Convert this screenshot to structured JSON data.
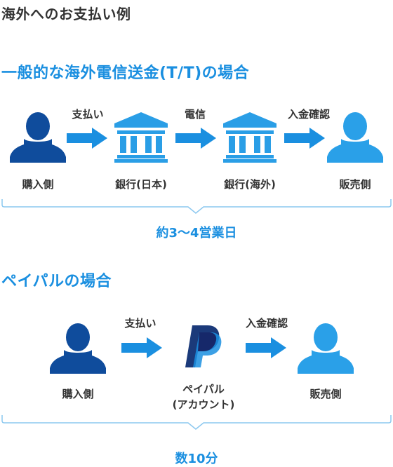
{
  "page_title": "海外へのお支払い例",
  "colors": {
    "accent": "#1a8fe0",
    "buyer": "#0f4c9c",
    "bank": "#2a9ee6",
    "seller": "#2aa0e8",
    "arrow": "#1a8fe0",
    "bracket": "#8cc8ef",
    "paypal_dark": "#1b3a7a",
    "paypal_light": "#1a8fe0"
  },
  "tt_section": {
    "title": "一般的な海外電信送金(T/T)の場合",
    "steps": [
      "支払い",
      "電信",
      "入金確認"
    ],
    "nodes": [
      {
        "icon": "buyer-person-icon",
        "label": "購入側"
      },
      {
        "icon": "bank-icon",
        "label": "銀行(日本)"
      },
      {
        "icon": "bank-icon",
        "label": "銀行(海外)"
      },
      {
        "icon": "seller-person-icon",
        "label": "販売側"
      }
    ],
    "duration": "約3〜4営業日"
  },
  "paypal_section": {
    "title": "ペイパルの場合",
    "steps": [
      "支払い",
      "入金確認"
    ],
    "nodes": [
      {
        "icon": "buyer-person-icon",
        "label": "購入側"
      },
      {
        "icon": "paypal-logo-icon",
        "label_line1": "ペイパル",
        "label_line2": "(アカウント)"
      },
      {
        "icon": "seller-person-icon",
        "label": "販売側"
      }
    ],
    "duration": "数10分"
  }
}
